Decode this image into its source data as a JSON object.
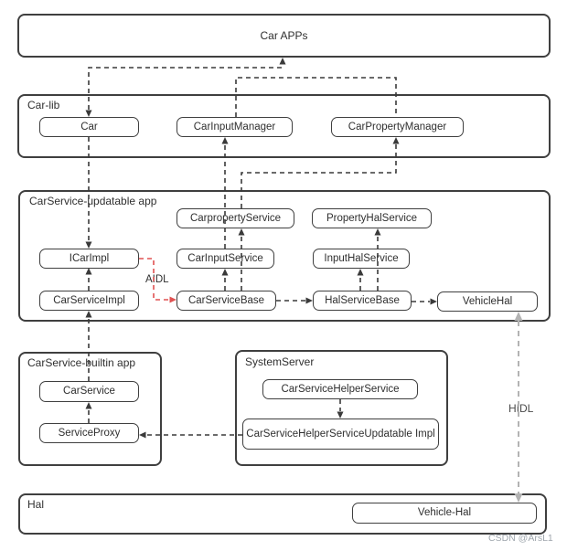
{
  "title": "Car service architecture diagram",
  "nodes": {
    "car_apps": {
      "label": "Car APPs"
    },
    "car": {
      "label": "Car"
    },
    "car_input_manager": {
      "label": "CarInputManager"
    },
    "car_property_manager": {
      "label": "CarPropertyManager"
    },
    "carproperty_service": {
      "label": "CarpropertyService"
    },
    "property_hal_service": {
      "label": "PropertyHalService"
    },
    "icar_impl": {
      "label": "ICarImpl"
    },
    "car_input_service": {
      "label": "CarInputService"
    },
    "input_hal_service": {
      "label": "InputHalService"
    },
    "car_service_impl": {
      "label": "CarServiceImpl"
    },
    "car_service_base": {
      "label": "CarServiceBase"
    },
    "hal_service_base": {
      "label": "HalServiceBase"
    },
    "vehicle_hal": {
      "label": "VehicleHal"
    },
    "car_service": {
      "label": "CarService"
    },
    "service_proxy": {
      "label": "ServiceProxy"
    },
    "car_service_helper_service": {
      "label": "CarServiceHelperService"
    },
    "car_service_helper_service_updatable_impl": {
      "label": "CarServiceHelperServiceUpdatable Impl"
    },
    "vehicle_hal_hw": {
      "label": "Vehicle-Hal"
    }
  },
  "containers": {
    "car_lib": {
      "label": "Car-lib"
    },
    "updatable": {
      "label": "CarService-updatable app"
    },
    "builtin": {
      "label": "CarService-builtin app"
    },
    "system_server": {
      "label": "SystemServer"
    },
    "hal": {
      "label": "Hal"
    }
  },
  "annotations": {
    "aidl": "AIDL",
    "hidl": "HIDL",
    "watermark": "CSDN @ArsL1"
  },
  "colors": {
    "line": "#3a3a3a",
    "red_line": "#e05252",
    "gray_line": "#b3b3b3",
    "border": "#3f3f3f",
    "text": "#2f2f2f"
  },
  "edges": [
    {
      "from": "Car APPs",
      "to": "Car",
      "style": "dashed",
      "bidirectional": true
    },
    {
      "from": "CarInputManager",
      "to": "CarPropertyManager",
      "style": "dashed",
      "arrow": false
    },
    {
      "from": "Car",
      "to": "ICarImpl",
      "style": "dashed"
    },
    {
      "from": "CarServiceImpl",
      "to": "ICarImpl",
      "style": "dashed"
    },
    {
      "from": "ICarImpl",
      "to": "CarServiceBase",
      "style": "dashed",
      "label": "AIDL",
      "color": "red"
    },
    {
      "from": "CarServiceBase",
      "to": "CarInputService",
      "style": "dashed"
    },
    {
      "from": "CarServiceBase",
      "to": "CarpropertyService",
      "style": "dashed"
    },
    {
      "from": "CarInputService",
      "to": "CarInputManager",
      "style": "dashed"
    },
    {
      "from": "CarpropertyService",
      "to": "CarPropertyManager",
      "style": "dashed"
    },
    {
      "from": "CarServiceBase",
      "to": "HalServiceBase",
      "style": "dashed"
    },
    {
      "from": "HalServiceBase",
      "to": "InputHalService",
      "style": "dashed"
    },
    {
      "from": "HalServiceBase",
      "to": "PropertyHalService",
      "style": "dashed"
    },
    {
      "from": "HalServiceBase",
      "to": "VehicleHal",
      "style": "dashed"
    },
    {
      "from": "CarService",
      "to": "CarServiceImpl",
      "style": "dashed"
    },
    {
      "from": "ServiceProxy",
      "to": "CarService",
      "style": "dashed"
    },
    {
      "from": "CarServiceHelperService",
      "to": "CarServiceHelperServiceUpdatableImpl",
      "style": "dashed"
    },
    {
      "from": "CarServiceHelperServiceUpdatableImpl",
      "to": "ServiceProxy",
      "style": "dashed"
    },
    {
      "from": "VehicleHal",
      "to": "Vehicle-Hal",
      "style": "dashed",
      "label": "HIDL",
      "bidirectional": true,
      "color": "gray"
    }
  ]
}
